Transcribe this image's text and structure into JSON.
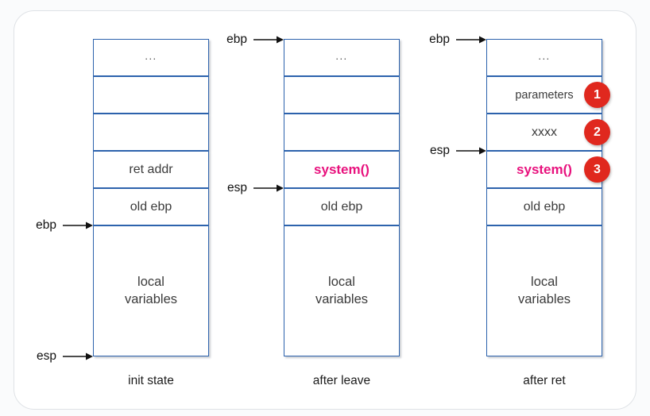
{
  "colors": {
    "cell_border": "#2d63ad",
    "accent": "#e8117d",
    "badge": "#e0281e",
    "arrow": "#111111"
  },
  "columns": [
    {
      "caption": "init state",
      "cells": [
        {
          "label": "..."
        },
        {
          "label": ""
        },
        {
          "label": ""
        },
        {
          "label": "ret addr"
        },
        {
          "label": "old ebp"
        },
        {
          "label": "local variables"
        }
      ],
      "pointers": [
        {
          "label": "ebp"
        },
        {
          "label": "esp"
        }
      ]
    },
    {
      "caption": "after leave",
      "cells": [
        {
          "label": "..."
        },
        {
          "label": ""
        },
        {
          "label": ""
        },
        {
          "label": "system()"
        },
        {
          "label": "old ebp"
        },
        {
          "label": "local variables"
        }
      ],
      "pointers": [
        {
          "label": "ebp"
        },
        {
          "label": "esp"
        }
      ]
    },
    {
      "caption": "after ret",
      "cells": [
        {
          "label": "..."
        },
        {
          "label": "parameters"
        },
        {
          "label": "xxxx"
        },
        {
          "label": "system()"
        },
        {
          "label": "old ebp"
        },
        {
          "label": "local variables"
        }
      ],
      "pointers": [
        {
          "label": "ebp"
        },
        {
          "label": "esp"
        }
      ],
      "badges": [
        "1",
        "2",
        "3"
      ]
    }
  ]
}
